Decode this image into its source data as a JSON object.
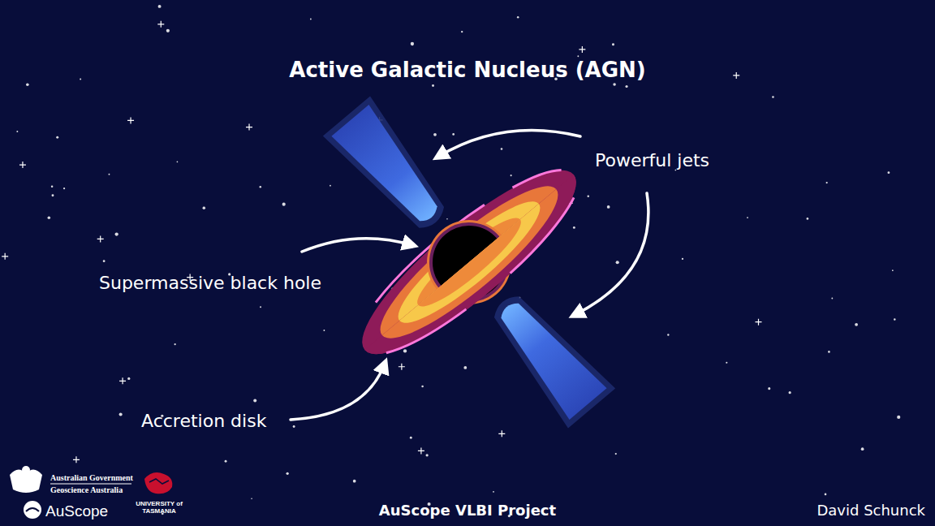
{
  "diagram": {
    "title": "Active Galactic Nucleus (AGN)",
    "labels": [
      "Powerful jets",
      "Supermassive black hole",
      "Accretion disk",
      "Australian Government",
      "Geoscience Australia",
      "AuScope",
      "UNIVERSITY of TASMANIA",
      "AuScope VLBI Project",
      "David Schunck"
    ]
  }
}
